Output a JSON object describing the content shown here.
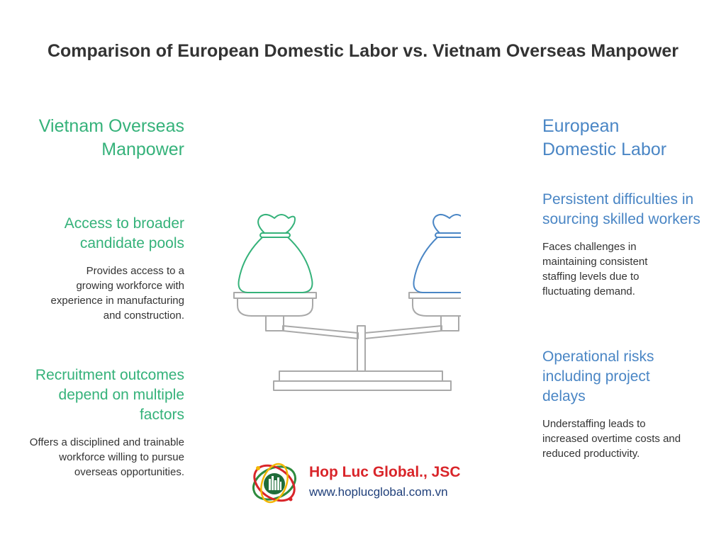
{
  "title": "Comparison of European Domestic Labor vs. Vietnam Overseas Manpower",
  "colors": {
    "left_accent": "#35b27a",
    "right_accent": "#4a86c5",
    "brand_red": "#d9252a",
    "brand_navy": "#1f3f7a"
  },
  "left": {
    "title": "Vietnam Overseas Manpower",
    "points": [
      {
        "heading": "Access to broader candidate pools",
        "description": "Provides access to a growing workforce with experience in manufacturing and construction."
      },
      {
        "heading": "Recruitment outcomes depend on multiple factors",
        "description": "Offers a disciplined and trainable workforce willing to pursue overseas opportunities."
      }
    ]
  },
  "right": {
    "title": "European Domestic Labor",
    "points": [
      {
        "heading": "Persistent difficulties in sourcing skilled workers",
        "description": "Faces challenges in maintaining consistent staffing levels due to fluctuating demand."
      },
      {
        "heading": "Operational risks including project delays",
        "description": "Understaffing leads to increased overtime costs and reduced productivity."
      }
    ]
  },
  "icons": {
    "scale": "balance-scale-icon",
    "left_bag": "money-bag-icon",
    "right_bag": "money-bag-icon",
    "logo": "hop-luc-globe-logo-icon"
  },
  "logo": {
    "company": "Hop Luc Global., JSC",
    "url": "www.hoplucglobal.com.vn"
  }
}
